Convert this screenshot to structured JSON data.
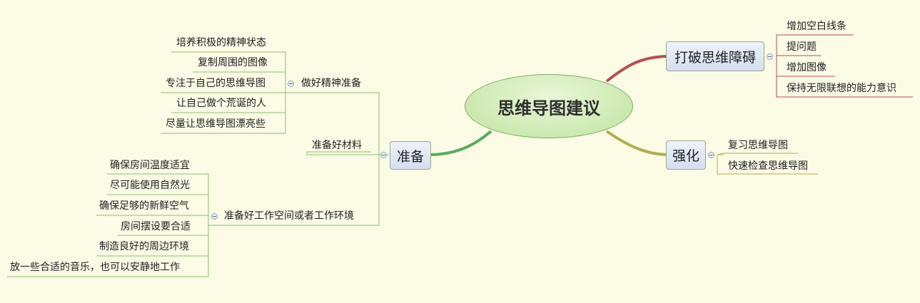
{
  "central": "思维导图建议",
  "branches": {
    "zhunbei": {
      "label": "准备",
      "jingshen": {
        "label": "做好精神准备",
        "items": [
          "培养积极的精神状态",
          "复制周围的图像",
          "专注于自己的思维导图",
          "让自己做个荒诞的人",
          "尽量让思维导图漂亮些"
        ]
      },
      "cailiao": {
        "label": "准备好材料"
      },
      "kongjian": {
        "label": "准备好工作空间或者工作环境",
        "items": [
          "确保房间温度适宜",
          "尽可能使用自然光",
          "确保足够的新鲜空气",
          "房间摆设要合适",
          "制造良好的周边环境",
          "放一些合适的音乐，也可以安静地工作"
        ]
      }
    },
    "dapo": {
      "label": "打破思维障碍",
      "items": [
        "增加空白线条",
        "提问题",
        "增加图像",
        "保持无限联想的能力意识"
      ]
    },
    "qianghua": {
      "label": "强化",
      "items": [
        "复习思维导图",
        "快速检查思维导图"
      ]
    }
  },
  "colors": {
    "dapo": "#b54f52",
    "qianghua": "#b3ad53",
    "zhunbei": "#5aab5a",
    "leafline": "#8cbf6f"
  }
}
